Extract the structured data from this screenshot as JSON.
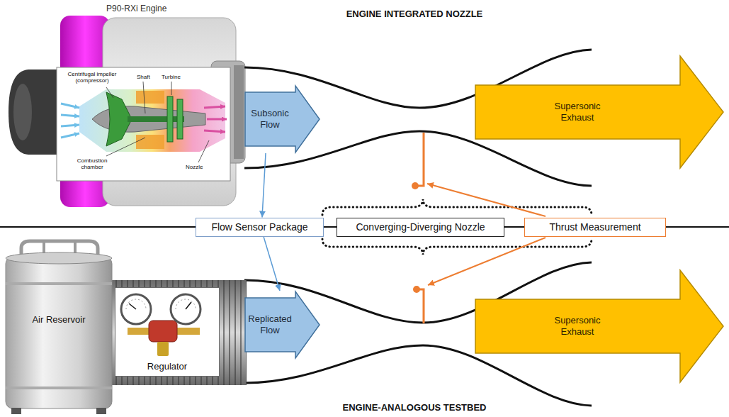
{
  "diagram": {
    "title": "ENGINE INTEGRATED NOZZLE",
    "caption": "ENGINE-ANALOGOUS TESTBED",
    "nodes": [
      {
        "text": [
          "P90-RXi Engine"
        ]
      },
      {
        "text": [
          "Subsonic Flow"
        ]
      },
      {
        "text": [
          "Supersonic Exhaust"
        ]
      },
      {
        "text": [
          "Flow Sensor Package"
        ]
      },
      {
        "text": [
          "Converging-Diverging Nozzle"
        ]
      },
      {
        "text": [
          "Thrust Measurement"
        ]
      },
      {
        "text": [
          "Air Reservoir"
        ]
      },
      {
        "text": [
          "Regulator"
        ]
      },
      {
        "text": [
          "Replicated Flow"
        ]
      },
      {
        "text": [
          "Supersonic Exhaust"
        ]
      }
    ],
    "edges": [
      {
        "from": 1,
        "to": 3,
        "arrow": "to"
      },
      {
        "from": 3,
        "to": 8,
        "arrow": "to"
      }
    ],
    "labels": [
      "Centrifugal impeller (compressor)",
      "Shaft",
      "Turbine",
      "Combustion chamber",
      "Nozzle"
    ]
  }
}
